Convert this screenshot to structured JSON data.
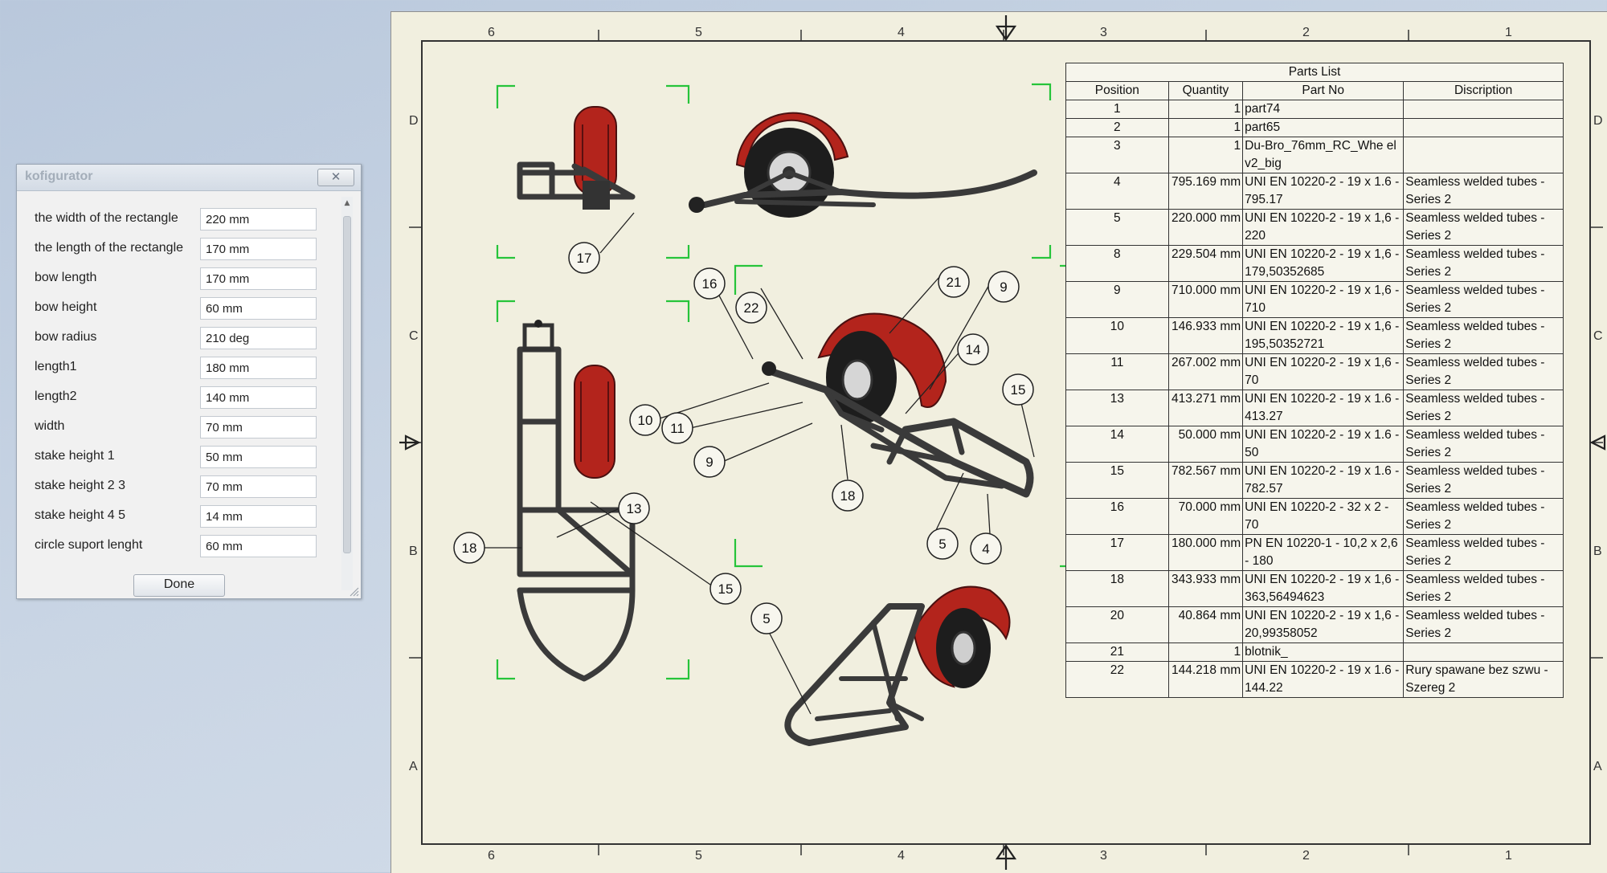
{
  "dialog": {
    "title": "kofigurator",
    "close_glyph": "✕",
    "done_label": "Done",
    "params": [
      {
        "label": "the width of the rectangle",
        "value": "220 mm"
      },
      {
        "label": "the length of the rectangle",
        "value": "170 mm"
      },
      {
        "label": "bow length",
        "value": "170 mm"
      },
      {
        "label": "bow height",
        "value": "60 mm"
      },
      {
        "label": "bow radius",
        "value": "210 deg"
      },
      {
        "label": "length1",
        "value": "180 mm"
      },
      {
        "label": "length2",
        "value": "140 mm"
      },
      {
        "label": "width",
        "value": "70 mm"
      },
      {
        "label": "stake height 1",
        "value": "50 mm"
      },
      {
        "label": "stake height 2 3",
        "value": "70 mm"
      },
      {
        "label": "stake height 4 5",
        "value": "14 mm"
      },
      {
        "label": "circle suport lenght",
        "value": "60 mm"
      }
    ]
  },
  "sheet": {
    "columns": [
      "6",
      "5",
      "4",
      "3",
      "2",
      "1"
    ],
    "rows": [
      "D",
      "C",
      "B",
      "A"
    ],
    "balloons": [
      "17",
      "16",
      "21",
      "9",
      "22",
      "14",
      "15",
      "10",
      "11",
      "9",
      "18",
      "5",
      "4",
      "13",
      "18",
      "15",
      "5"
    ]
  },
  "parts_list": {
    "caption": "Parts List",
    "headers": [
      "Position",
      "Quantity",
      "Part No",
      "Discription"
    ],
    "rows": [
      [
        "1",
        "1",
        "part74",
        ""
      ],
      [
        "2",
        "1",
        "part65",
        ""
      ],
      [
        "3",
        "1",
        "Du-Bro_76mm_RC_Whe el v2_big",
        ""
      ],
      [
        "4",
        "795.169 mm",
        "UNI EN 10220-2 - 19 x 1.6 - 795.17",
        "Seamless welded tubes - Series 2"
      ],
      [
        "5",
        "220.000 mm",
        "UNI EN 10220-2 - 19 x 1,6 - 220",
        "Seamless welded tubes - Series 2"
      ],
      [
        "8",
        "229.504 mm",
        "UNI EN 10220-2 - 19 x 1,6 - 179,50352685",
        "Seamless welded tubes - Series 2"
      ],
      [
        "9",
        "710.000 mm",
        "UNI EN 10220-2 - 19 x 1,6 - 710",
        "Seamless welded tubes - Series 2"
      ],
      [
        "10",
        "146.933 mm",
        "UNI EN 10220-2 - 19 x 1,6 - 195,50352721",
        "Seamless welded tubes - Series 2"
      ],
      [
        "11",
        "267.002 mm",
        "UNI EN 10220-2 - 19 x 1,6 - 70",
        "Seamless welded tubes - Series 2"
      ],
      [
        "13",
        "413.271 mm",
        "UNI EN 10220-2 - 19 x 1.6 - 413.27",
        "Seamless welded tubes - Series 2"
      ],
      [
        "14",
        "50.000 mm",
        "UNI EN 10220-2 - 19 x 1.6 - 50",
        "Seamless welded tubes - Series 2"
      ],
      [
        "15",
        "782.567 mm",
        "UNI EN 10220-2 - 19 x 1.6 - 782.57",
        "Seamless welded tubes - Series 2"
      ],
      [
        "16",
        "70.000 mm",
        "UNI EN 10220-2 - 32 x 2 - 70",
        "Seamless welded tubes - Series 2"
      ],
      [
        "17",
        "180.000 mm",
        "PN EN 10220-1 - 10,2 x 2,6 - 180",
        "Seamless welded tubes - Series 2"
      ],
      [
        "18",
        "343.933 mm",
        "UNI EN 10220-2 - 19 x 1,6 - 363,56494623",
        "Seamless welded tubes - Series 2"
      ],
      [
        "20",
        "40.864 mm",
        "UNI EN 10220-2 - 19 x 1,6 - 20,99358052",
        "Seamless welded tubes - Series 2"
      ],
      [
        "21",
        "1",
        "blotnik_",
        ""
      ],
      [
        "22",
        "144.218 mm",
        "UNI EN 10220-2 - 19 x 1.6 - 144.22",
        "Rury spawane bez szwu - Szereg 2"
      ]
    ]
  },
  "colors": {
    "sheet_bg": "#f1efdf",
    "fender_red": "#b3241c",
    "tube_gray": "#3a3a3a",
    "bracket_green": "#26c43a"
  }
}
